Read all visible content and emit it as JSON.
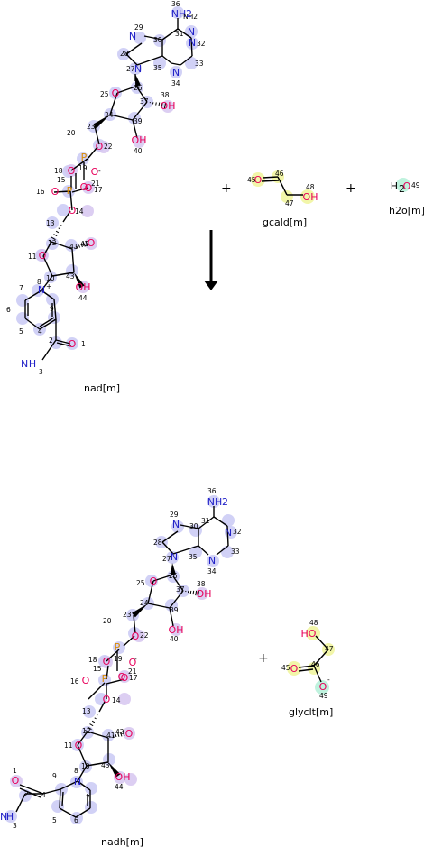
{
  "reaction": {
    "plus_sign": "+",
    "arrow": "reaction-arrow-down",
    "reactants": [
      {
        "name": "nad[m]"
      },
      {
        "name": "gcald[m]"
      },
      {
        "name": "h2o[m]"
      }
    ],
    "products": [
      {
        "name": "nadh[m]"
      },
      {
        "name": "glyclt[m]"
      }
    ]
  },
  "labels": {
    "nad": {
      "n36": "36",
      "nh2": "NH2",
      "n29": "29",
      "n30": "30",
      "n31": "31",
      "n32": "32",
      "n33": "33",
      "n28": "28",
      "n27": "27",
      "n35": "35",
      "n34": "34",
      "n26": "26",
      "n25": "25",
      "n37": "37",
      "n38": "38",
      "n24": "24",
      "n39": "39",
      "n40": "40",
      "n23": "23",
      "n22": "22",
      "n20": "20",
      "n19": "19",
      "n18": "18",
      "n15": "15",
      "n21": "21",
      "n17": "17",
      "n16": "16",
      "n14": "14",
      "n13": "13",
      "n12": "12",
      "n42": "42",
      "n41": "41",
      "n11": "11",
      "n10": "10",
      "n43": "43",
      "n44": "44",
      "n8": "8",
      "n7": "7",
      "n9": "9",
      "n6": "6",
      "n5": "5",
      "n4": "4",
      "n2": "2",
      "n1": "1",
      "n3": "3",
      "plus": "+",
      "minus": "-"
    },
    "gcald": {
      "n45": "45",
      "n46": "46",
      "n47": "47",
      "n48": "48"
    },
    "h2o": {
      "n49": "49",
      "formula": "H2O"
    },
    "glyclt": {
      "n48": "48",
      "n47": "47",
      "n45": "45",
      "n46": "46",
      "n49": "49",
      "minus": "-"
    }
  },
  "colors": {
    "carbon_bond": "#000000",
    "oxygen": "#e8005a",
    "nitrogen": "#2323c8",
    "phosphorus": "#d98c00",
    "carbon_highlight": "#c9c9f5",
    "oxygen_highlight": "#d6c6f0",
    "aldehyde_highlight": "#f0f59a",
    "water_highlight": "#b4f0d8"
  }
}
